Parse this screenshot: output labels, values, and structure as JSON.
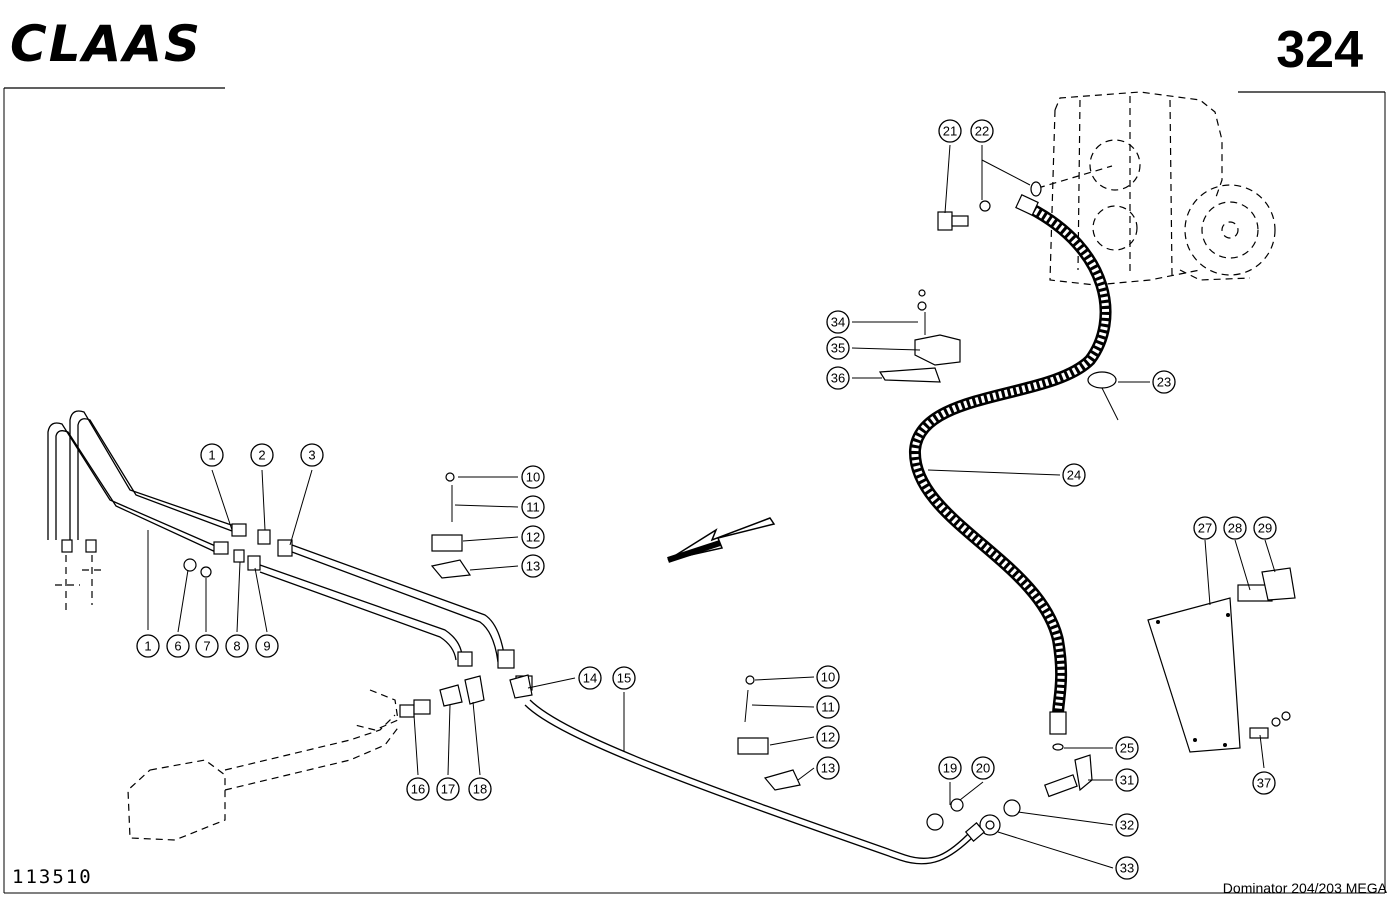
{
  "header": {
    "brand": "CLAAS",
    "page_number": "324"
  },
  "footer": {
    "drawing_number": "113510",
    "model": "Dominator 204/203 MEGA"
  },
  "callouts": [
    "1",
    "2",
    "3",
    "1",
    "6",
    "7",
    "8",
    "9",
    "10",
    "11",
    "12",
    "13",
    "14",
    "15",
    "16",
    "17",
    "18",
    "10",
    "11",
    "12",
    "13",
    "19",
    "20",
    "21",
    "22",
    "23",
    "24",
    "25",
    "31",
    "32",
    "33",
    "34",
    "35",
    "36",
    "27",
    "28",
    "29",
    "37"
  ]
}
